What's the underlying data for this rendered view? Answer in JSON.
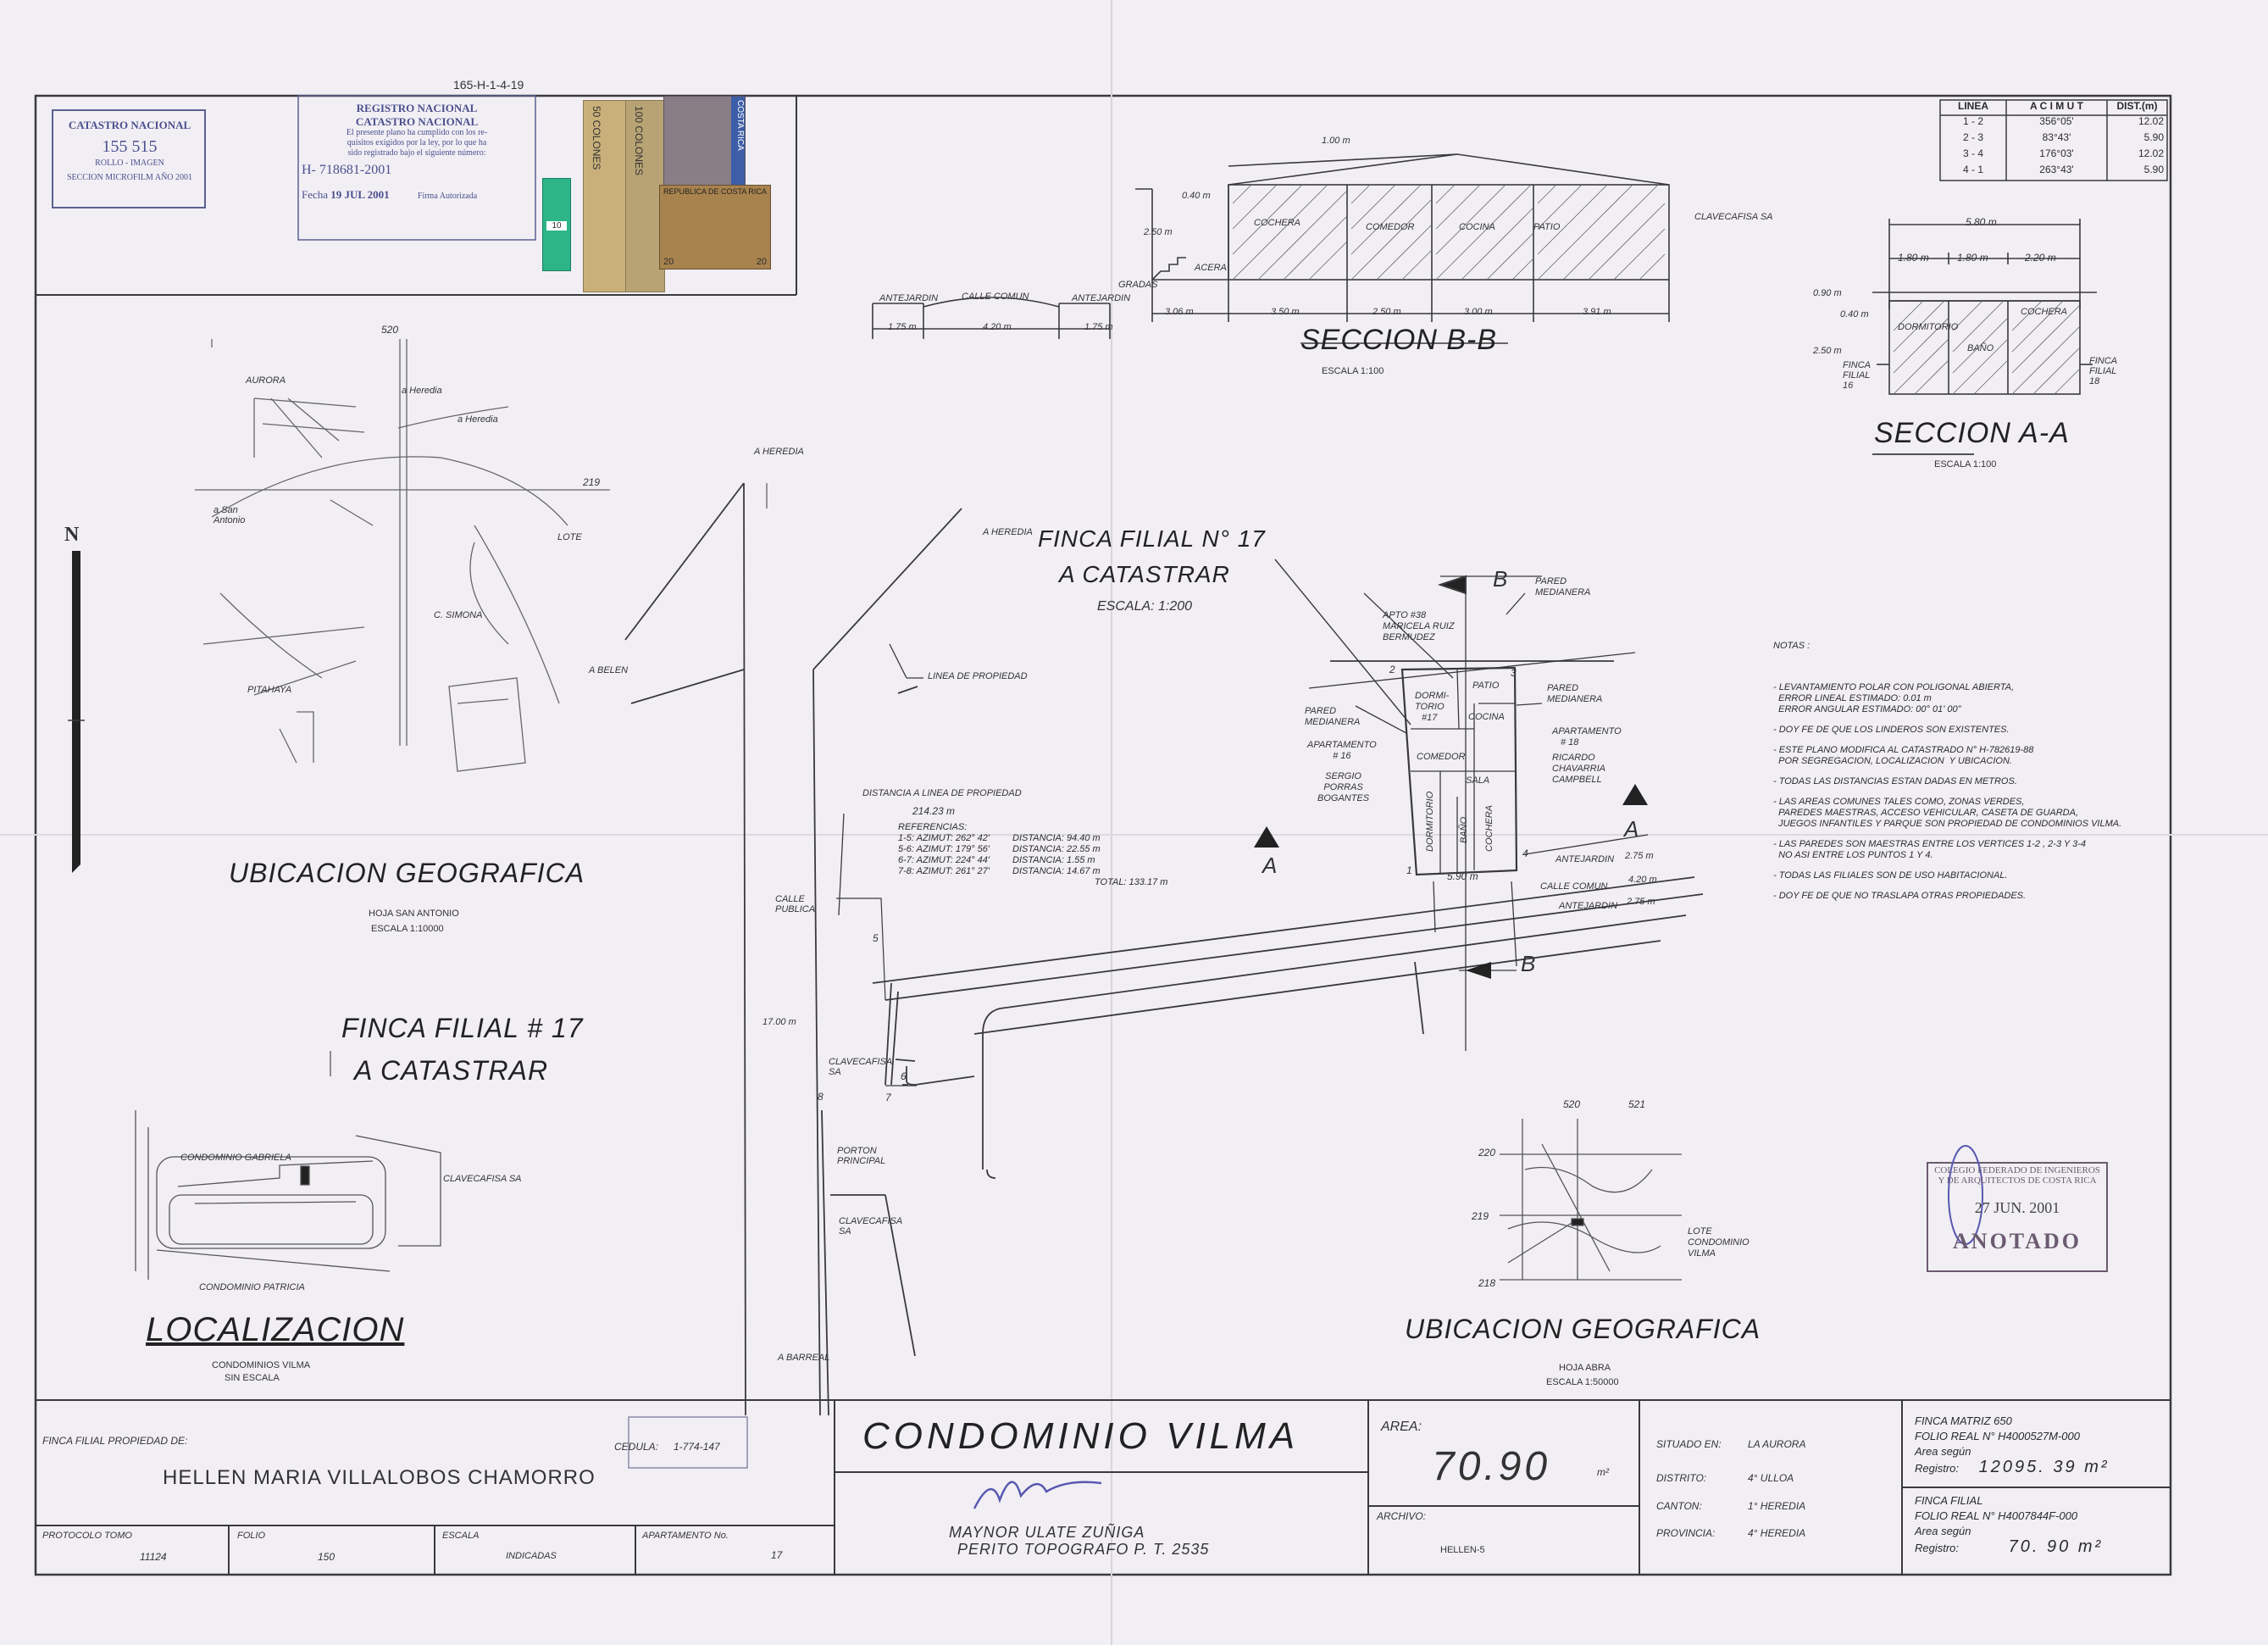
{
  "ref_number": "165-H-1-4-19",
  "catastro_stamp": {
    "l1": "CATASTRO NACIONAL",
    "l2": "155 515",
    "l3": "ROLLO - IMAGEN",
    "l4": "SECCION MICROFILM AÑO 2001"
  },
  "registro_stamp": {
    "l1": "REGISTRO NACIONAL",
    "l2": "CATASTRO NACIONAL",
    "l3": "El presente plano ha cumplido con los re-",
    "l4": "quisitos exigidos por la ley, por lo que ha",
    "l5": "sido registrado bajo el siguiente número:",
    "number": "H- 718681-2001",
    "fecha_label": "Fecha",
    "fecha": "19 JUL 2001",
    "firma": "Firma Autorizada"
  },
  "timbres": [
    "50 COLONES",
    "100 COLONES",
    "COSTA RICA",
    "REPUBLICA DE COSTA RICA",
    "20",
    "10"
  ],
  "line_table": {
    "headers": [
      "LINEA",
      "A C I M U T",
      "DIST.(m)"
    ],
    "rows": [
      [
        "1 - 2",
        "356°05'",
        "12.02"
      ],
      [
        "2 - 3",
        "83°43'",
        "5.90"
      ],
      [
        "3 - 4",
        "176°03'",
        "12.02"
      ],
      [
        "4 - 1",
        "263°43'",
        "5.90"
      ]
    ]
  },
  "seccion_bb": {
    "title": "SECCION B-B",
    "scale": "ESCALA 1:100",
    "rooms": [
      "COCHERA",
      "COMEDOR",
      "COCINA",
      "PATIO"
    ],
    "dims": [
      "3.06 m",
      "3.50 m",
      "2.50 m",
      "3.00 m",
      "3.91 m"
    ],
    "street_dims": [
      "1.75 m",
      "4.20 m",
      "1.75 m"
    ],
    "labels": [
      "ANTEJARDIN",
      "CALLE COMUN",
      "ANTEJARDIN",
      "GRADAS",
      "ACERA",
      "0.40 m",
      "2.50 m",
      "1.00 m",
      "CLAVECAFISA SA"
    ]
  },
  "seccion_aa": {
    "title": "SECCION A-A",
    "scale": "ESCALA 1:100",
    "rooms": [
      "DORMITORIO",
      "BAÑO",
      "COCHERA"
    ],
    "dims": [
      "5.80 m",
      "1.80 m",
      "1.80 m",
      "2.20 m",
      "0.90 m",
      "0.40 m",
      "2.50 m"
    ],
    "finca16": "FINCA FILIAL 16",
    "finca18": "FINCA FILIAL 18"
  },
  "ubicacion_1": {
    "title": "UBICACION GEOGRAFICA",
    "sub1": "HOJA SAN ANTONIO",
    "sub2": "ESCALA 1:10000",
    "labels": [
      "520",
      "AURORA",
      "a Heredia",
      "a Heredia",
      "219",
      "a San Antonio",
      "LOTE",
      "C. SIMONA",
      "PITAHAYA",
      "N"
    ]
  },
  "finca_main": {
    "title1": "FINCA FILIAL N° 17",
    "title2": "A CATASTRAR",
    "scale": "ESCALA: 1:200"
  },
  "site_labels": {
    "a_heredia1": "A HEREDIA",
    "a_heredia2": "A HEREDIA",
    "a_belen": "A BELEN",
    "linea": "LINEA DE PROPIEDAD",
    "distancia": "DISTANCIA A LINEA DE PROPIEDAD",
    "dist_val": "214.23 m",
    "calle_publica": "CALLE PUBLICA",
    "d17": "17.00 m",
    "clavecafisa1": "CLAVECAFISA SA",
    "porton": "PORTON PRINCIPAL",
    "clavecafisa2": "CLAVECAFISA SA",
    "a_barreal": "A BARREAL"
  },
  "referencias": {
    "title": "REFERENCIAS:",
    "rows": [
      [
        "1-5: AZIMUT: 262° 42'",
        "DISTANCIA: 94.40 m"
      ],
      [
        "5-6: AZIMUT: 179° 56'",
        "DISTANCIA: 22.55 m"
      ],
      [
        "6-7: AZIMUT: 224° 44'",
        "DISTANCIA: 1.55 m"
      ],
      [
        "7-8: AZIMUT: 261° 27'",
        "DISTANCIA: 14.67 m"
      ]
    ],
    "total": "TOTAL:     133.17 m"
  },
  "plan": {
    "apto38": [
      "APTO #38",
      "MARICELA RUIZ",
      "BERMUDEZ"
    ],
    "pared1": [
      "PARED",
      "MEDIANERA"
    ],
    "pared2": [
      "PARED",
      "MEDIANERA"
    ],
    "pared3": [
      "PARED",
      "MEDIANERA"
    ],
    "apto16": [
      "APARTAMENTO",
      "# 16"
    ],
    "sergio": [
      "SERGIO",
      "PORRAS",
      "BOGANTES"
    ],
    "apto18": [
      "APARTAMENTO",
      "# 18"
    ],
    "ricardo": [
      "RICARDO",
      "CHAVARRIA",
      "CAMPBELL"
    ],
    "rooms": [
      "PATIO",
      "DORMI-",
      "TORIO",
      "#17",
      "COCINA",
      "COMEDOR",
      "SALA",
      "DORMITORIO",
      "BAÑO",
      "COCHERA"
    ],
    "vertices": [
      "1",
      "2",
      "3",
      "4",
      "5",
      "6",
      "7",
      "8"
    ],
    "cut_a": "A",
    "cut_b": "B",
    "dim_590": "5.90 m",
    "street": [
      [
        "ANTEJARDIN",
        "2.75 m"
      ],
      [
        "CALLE COMUN",
        "4.20 m"
      ],
      [
        "ANTEJARDIN",
        "2.75 m"
      ]
    ]
  },
  "notas": {
    "title": "NOTAS :",
    "items": [
      "- LEVANTAMIENTO POLAR CON POLIGONAL ABIERTA,\n  ERROR LINEAL ESTIMADO: 0.01 m\n  ERROR ANGULAR ESTIMADO: 00° 01' 00\"",
      "- DOY FE DE QUE LOS LINDEROS SON EXISTENTES.",
      "- ESTE PLANO MODIFICA AL CATASTRADO N° H-782619-88\n  POR SEGREGACION, LOCALIZACION  Y UBICACION.",
      "- TODAS LAS DISTANCIAS ESTAN DADAS EN METROS.",
      "- LAS AREAS COMUNES TALES COMO, ZONAS VERDES,\n  PAREDES MAESTRAS, ACCESO VEHICULAR, CASETA DE GUARDA,\n  JUEGOS INFANTILES Y PARQUE SON PROPIEDAD DE CONDOMINIOS VILMA.",
      "- LAS PAREDES SON MAESTRAS ENTRE LOS VERTICES 1-2 , 2-3 Y 3-4\n  NO ASI ENTRE LOS PUNTOS 1 Y 4.",
      "- TODAS LAS FILIALES SON DE USO HABITACIONAL.",
      "- DOY FE DE QUE NO TRASLAPA OTRAS PROPIEDADES."
    ]
  },
  "colegio_stamp": {
    "l1": "COLEGIO FEDERADO DE INGENIEROS",
    "l2": "Y DE ARQUITECTOS DE COSTA RICA",
    "date": "27 JUN. 2001",
    "anotado": "ANOTADO"
  },
  "loc_detail": {
    "title1": "FINCA FILIAL # 17",
    "title2": "A CATASTRAR",
    "gabriela": "CONDOMINIO GABRIELA",
    "clavecafisa": "CLAVECAFISA SA",
    "patricia": "CONDOMINIO PATRICIA"
  },
  "localizacion": {
    "title": "LOCALIZACION",
    "sub1": "CONDOMINIOS VILMA",
    "sub2": "SIN ESCALA"
  },
  "ubicacion_2": {
    "title": "UBICACION GEOGRAFICA",
    "sub1": "HOJA ABRA",
    "sub2": "ESCALA 1:50000",
    "labels": [
      "520",
      "521",
      "220",
      "219",
      "218"
    ],
    "lote": [
      "LOTE",
      "CONDOMINIO",
      "VILMA"
    ]
  },
  "title_block": {
    "propiedad_label": "FINCA FILIAL PROPIEDAD DE:",
    "owner": "HELLEN MARIA VILLALOBOS CHAMORRO",
    "cedula_label": "CEDULA:",
    "cedula": "1-774-147",
    "protocolo_label": "PROTOCOLO TOMO",
    "protocolo": "11124",
    "folio_label": "FOLIO",
    "folio": "150",
    "escala_label": "ESCALA",
    "escala": "INDICADAS",
    "apto_label": "APARTAMENTO No.",
    "apto": "17",
    "condo": "CONDOMINIO  VILMA",
    "surveyor": "MAYNOR ULATE ZUÑIGA",
    "perito": "PERITO TOPOGRAFO P. T. 2535",
    "area_label": "AREA:",
    "area": "70.90",
    "area_unit": "m²",
    "archivo_label": "ARCHIVO:",
    "archivo": "HELLEN-5",
    "situado_label": "SITUADO EN:",
    "situado": "LA AURORA",
    "distrito_label": "DISTRITO:",
    "distrito": "4° ULLOA",
    "canton_label": "CANTON:",
    "canton": "1° HEREDIA",
    "provincia_label": "PROVINCIA:",
    "provincia": "4° HEREDIA",
    "matriz": "FINCA MATRIZ 650",
    "folio_real1": "FOLIO REAL N°   H4000527M-000",
    "area_segun1": "Area según",
    "registro1_label": "Registro:",
    "registro1": "12095. 39 m²",
    "filial": "FINCA FILIAL",
    "folio_real2": "FOLIO REAL N°   H4007844F-000",
    "area_segun2": "Area según",
    "registro2_label": "Registro:",
    "registro2": "70. 90 m²"
  }
}
